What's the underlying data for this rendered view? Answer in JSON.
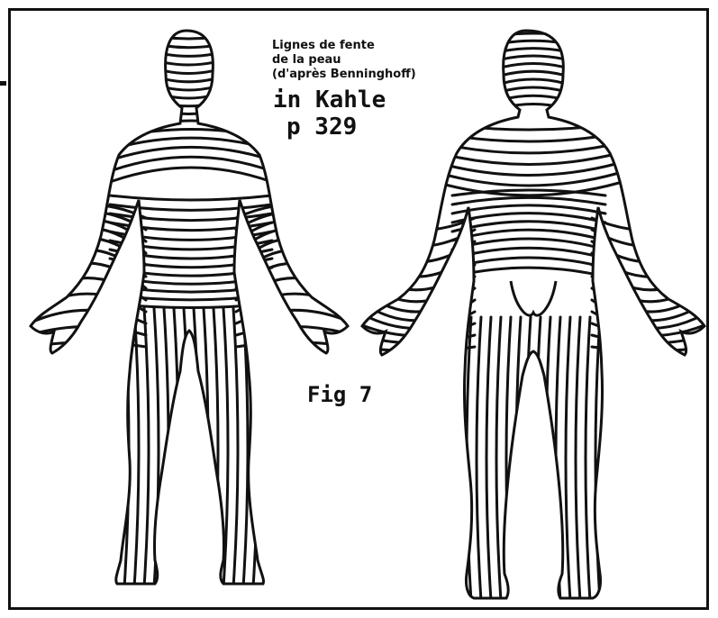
{
  "caption_lines": [
    "Lignes de fente",
    "de la peau",
    "(d'après Benninghoff)"
  ],
  "handwritten": [
    "in Kahle",
    "p 329"
  ],
  "figure_label": "Fig 7",
  "colors": {
    "ink": "#111111",
    "paper": "#ffffff"
  }
}
